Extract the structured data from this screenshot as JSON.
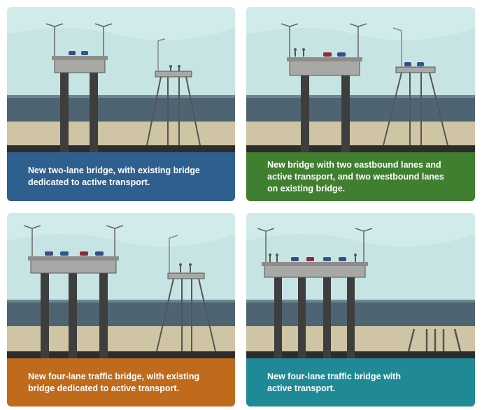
{
  "panels": [
    {
      "id": "option-1",
      "caption": [
        "New two-lane bridge, with existing bridge",
        "dedicated to active transport."
      ],
      "caption_color": "#2f5f8e"
    },
    {
      "id": "option-2",
      "caption": [
        "New bridge with two eastbound lanes and",
        "active transport, and two westbound lanes",
        "on existing bridge."
      ],
      "caption_color": "#3f7f2f"
    },
    {
      "id": "option-3",
      "caption": [
        "New four-lane traffic bridge, with existing",
        "bridge dedicated to active transport."
      ],
      "caption_color": "#c06a1c"
    },
    {
      "id": "option-4",
      "caption": [
        "New four-lane traffic bridge with",
        "active transport."
      ],
      "caption_color": "#1f8a96"
    }
  ],
  "colors": {
    "sky": "#c7e4e4",
    "water": "#4e6472",
    "sand": "#cfc5a5",
    "ground": "#2d2d2d",
    "deck": "#a8a8a6",
    "pier": "#3e3e3e"
  }
}
